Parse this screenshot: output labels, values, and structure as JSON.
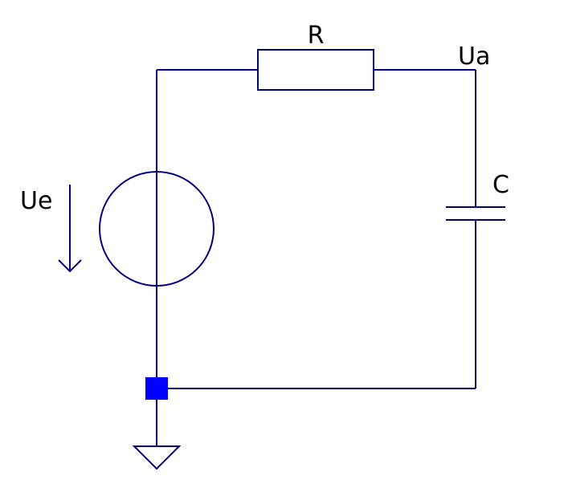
{
  "labels": {
    "resistor": "R",
    "capacitor": "C",
    "input_voltage": "Ue",
    "output_voltage": "Ua"
  },
  "colors": {
    "wire": "#000080",
    "junction": "#0000ff",
    "arrow": "#000080",
    "text": "#000000"
  }
}
